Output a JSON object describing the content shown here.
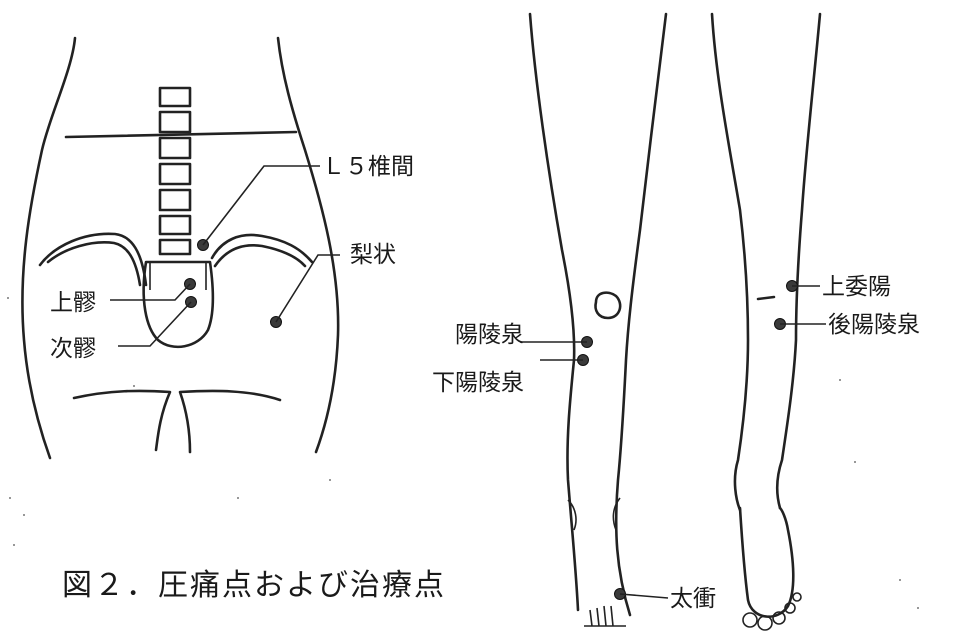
{
  "labels": {
    "l5": "Ｌ５椎間",
    "risho": "梨状",
    "joryo": "上髎",
    "jiryo": "次髎",
    "yoryosen": "陽陵泉",
    "ka_yoryosen": "下陽陵泉",
    "joiyo": "上委陽",
    "go_yoryosen": "後陽陵泉",
    "taisho": "太衝"
  },
  "caption": "図２．圧痛点および治療点",
  "colors": {
    "ink": "#222222",
    "point": "#3a3a3a",
    "background": "#ffffff"
  }
}
